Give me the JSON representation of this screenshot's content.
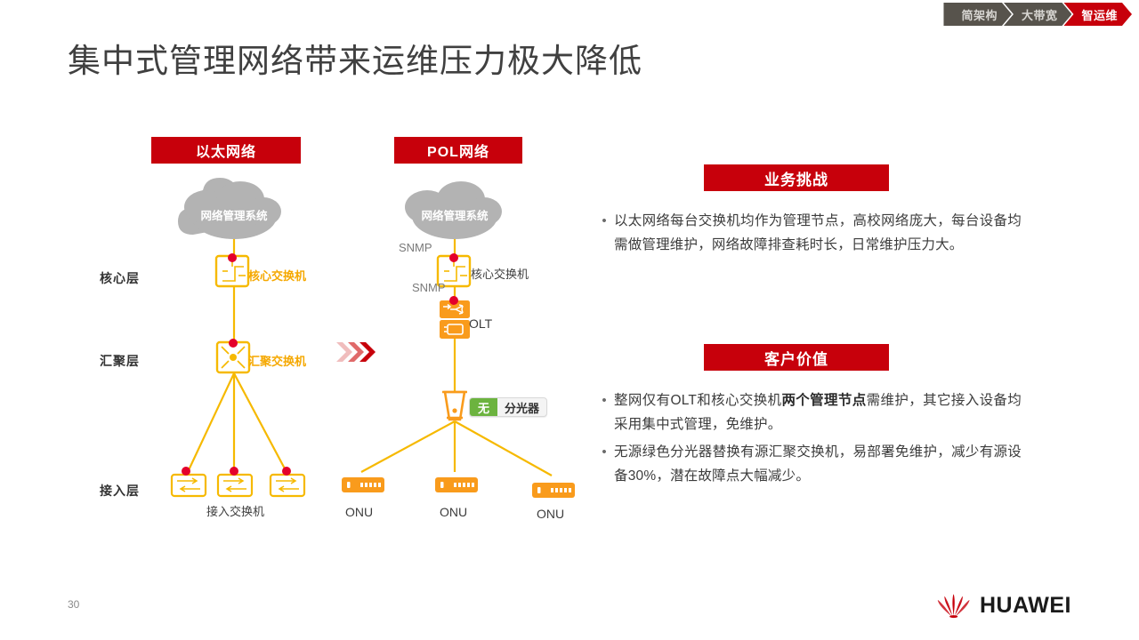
{
  "topnav": {
    "items": [
      {
        "label": "简架构",
        "active": false
      },
      {
        "label": "大带宽",
        "active": false
      },
      {
        "label": "智运维",
        "active": true
      }
    ],
    "inactive_color": "#57534c",
    "active_color": "#c7000b"
  },
  "title": "集中式管理网络带来运维压力极大降低",
  "banners": {
    "ethernet": "以太网络",
    "pol": "POL网络",
    "challenge": "业务挑战",
    "value": "客户价值",
    "color": "#c7000b"
  },
  "diagram": {
    "layer_labels": {
      "core": "核心层",
      "aggregation": "汇聚层",
      "access": "接入层"
    },
    "ethernet": {
      "cloud_label": "网络管理系统",
      "core_switch_label": "核心交换机",
      "aggregation_switch_label": "汇聚交换机",
      "access_switch_label": "接入交换机",
      "access_count": 3
    },
    "pol": {
      "cloud_label": "网络管理系统",
      "snmp_label_1": "SNMP",
      "snmp_label_2": "SNMP",
      "core_switch_label": "核心交换机",
      "olt_label": "OLT",
      "splitter_badge_tag": "无",
      "splitter_badge_label": "分光器",
      "onu_labels": [
        "ONU",
        "ONU",
        "ONU"
      ]
    },
    "colors": {
      "cloud": "#b3b3b3",
      "link": "#f6b900",
      "node_dot": "#e4002b",
      "device_outline": "#f6b900",
      "device_solid": "#f99b1c",
      "splitter_green": "#6cb33f"
    }
  },
  "challenge_bullets": [
    {
      "marker": "•",
      "segments": [
        {
          "text": "以太网络每台交换机均作为管理节点，高校网络庞大，每台设备均需做管理维护，网络故障排查耗时长，日常维护压力大。",
          "bold": false
        }
      ]
    }
  ],
  "value_bullets": [
    {
      "marker": "•",
      "segments": [
        {
          "text": "整网仅有OLT和核心交换机",
          "bold": false
        },
        {
          "text": "两个管理节点",
          "bold": true
        },
        {
          "text": "需维护，其它接入设备均采用集中式管理，免维护。",
          "bold": false
        }
      ]
    },
    {
      "marker": "•",
      "segments": [
        {
          "text": "无源绿色分光器替换有源汇聚交换机，易部署免维护，减少有源设备30%，潜在故障点大幅减少。",
          "bold": false
        }
      ]
    }
  ],
  "footer": {
    "page_number": "30",
    "brand": "HUAWEI",
    "brand_color": "#c7000b"
  }
}
